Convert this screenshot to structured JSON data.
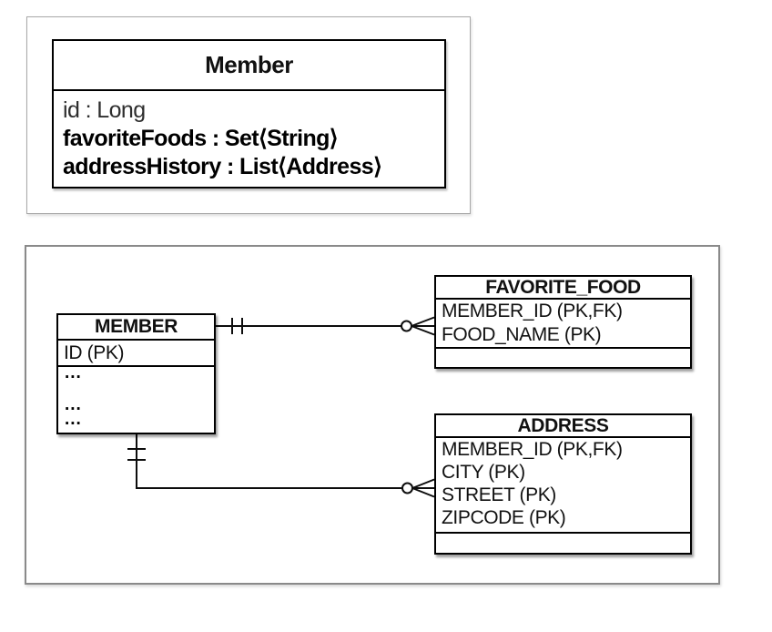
{
  "colors": {
    "ink": "#111111",
    "box_border": "#000000",
    "uml_frame_border": "#a8a8a8",
    "er_frame_border": "#8a8a8a",
    "background": "#ffffff"
  },
  "uml": {
    "class_name": "Member",
    "attributes": [
      {
        "text": "id : Long",
        "emphasis": "regular"
      },
      {
        "text": "favoriteFoods : Set⟨String⟩",
        "emphasis": "bold"
      },
      {
        "text": "addressHistory : List⟨Address⟩",
        "emphasis": "bold"
      }
    ]
  },
  "er": {
    "member": {
      "title": "MEMBER",
      "rows": [
        "ID (PK)"
      ],
      "ellipsis": [
        "...",
        "...",
        "..."
      ]
    },
    "favorite_food": {
      "title": "FAVORITE_FOOD",
      "rows": [
        "MEMBER_ID (PK,FK)",
        "FOOD_NAME (PK)"
      ]
    },
    "address": {
      "title": "ADDRESS",
      "rows": [
        "MEMBER_ID (PK,FK)",
        "CITY (PK)",
        "STREET (PK)",
        "ZIPCODE (PK)"
      ]
    }
  },
  "relationships": [
    {
      "from": "MEMBER",
      "to": "FAVORITE_FOOD",
      "from_cardinality": "one-and-only-one",
      "to_cardinality": "zero-or-many"
    },
    {
      "from": "MEMBER",
      "to": "ADDRESS",
      "from_cardinality": "one-and-only-one",
      "to_cardinality": "zero-or-many"
    }
  ]
}
